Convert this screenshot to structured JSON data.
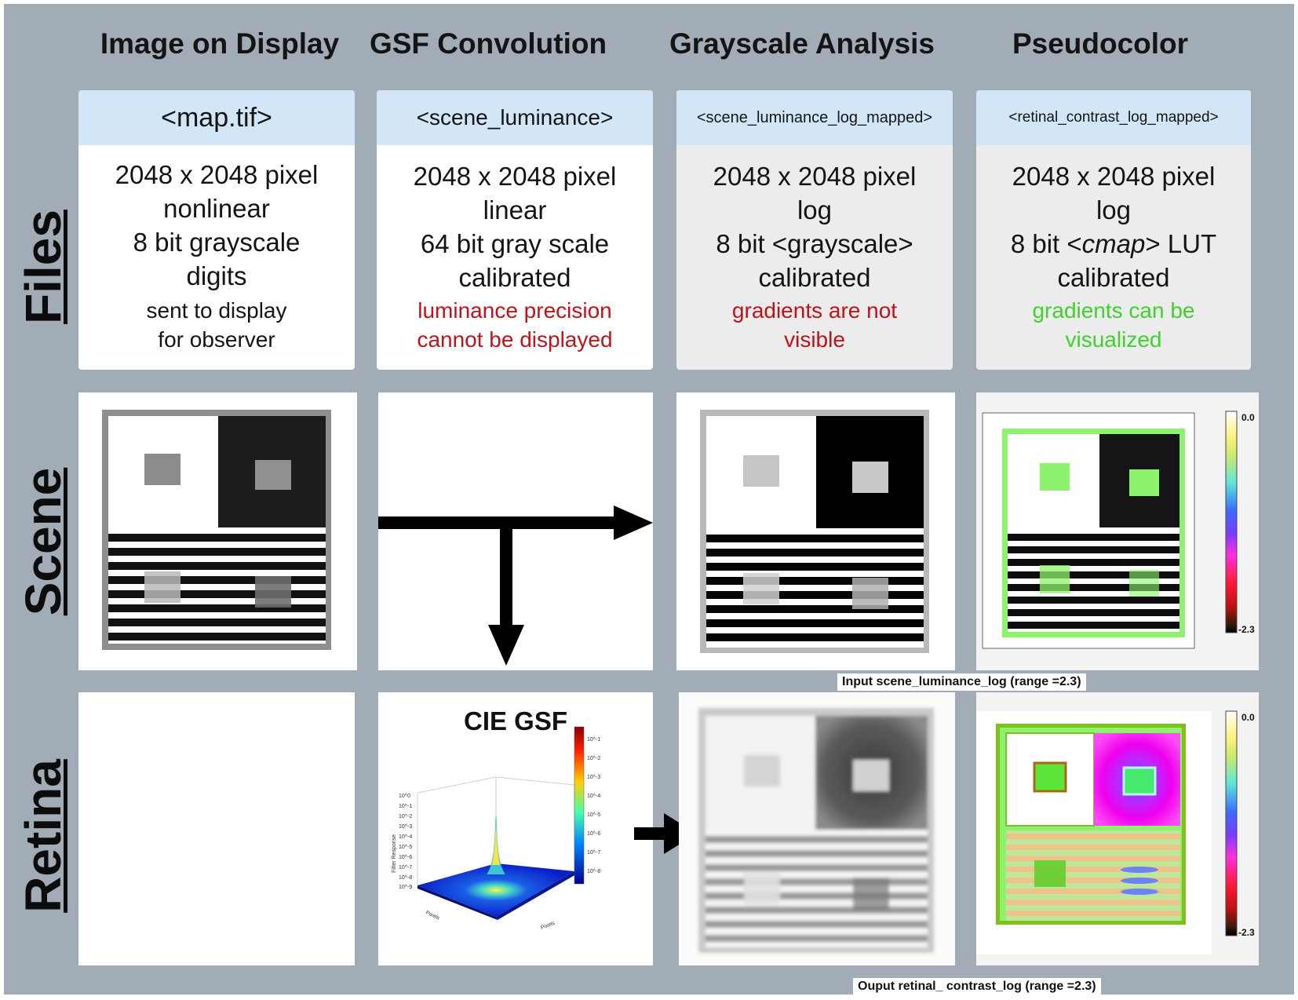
{
  "columns": {
    "display": "Image on Display",
    "gsf": "GSF Convolution",
    "grayscale": "Grayscale Analysis",
    "pseudocolor": "Pseudocolor"
  },
  "rows": {
    "files": "Files",
    "scene": "Scene",
    "retina": "Retina"
  },
  "file_cards": {
    "map": {
      "name": "<map.tif>",
      "lines": [
        "2048 x 2048 pixel",
        "nonlinear",
        "8 bit grayscale",
        "digits"
      ],
      "note_lines": [
        "sent to display",
        "for observer"
      ]
    },
    "scene_luminance": {
      "name": "<scene_luminance>",
      "lines": [
        "2048 x 2048 pixel",
        "linear",
        "64 bit gray scale",
        "calibrated"
      ],
      "note_lines": [
        "luminance precision",
        "cannot be displayed"
      ]
    },
    "scene_luminance_log_mapped": {
      "name": "<scene_luminance_log_mapped>",
      "lines": [
        "2048 x 2048 pixel",
        "log",
        "8 bit <grayscale>",
        "calibrated"
      ],
      "note_lines": [
        "gradients are not",
        "visible"
      ]
    },
    "retinal_contrast_log_mapped": {
      "name": "<retinal_contrast_log_mapped>",
      "lines": [
        "2048 x 2048 pixel",
        "log",
        "8 bit <",
        "cmap",
        "> LUT",
        "calibrated"
      ],
      "note_lines": [
        "gradients can be",
        "visualized"
      ]
    }
  },
  "gsf_panel": {
    "title": "CIE GSF",
    "ylabel": "Filter Response",
    "xlabel1": "Pixels",
    "xlabel2": "Pixels",
    "yticks": [
      "10^0",
      "10^-1",
      "10^-2",
      "10^-3",
      "10^-4",
      "10^-5",
      "10^-6",
      "10^-7",
      "10^-8",
      "10^-9"
    ],
    "cbar_ticks": [
      "10^-1",
      "10^-2",
      "10^-3",
      "10^-4",
      "10^-5",
      "10^-6",
      "10^-7",
      "10^-8"
    ]
  },
  "colorbars": {
    "scene": {
      "max": "0.0",
      "min": "-2.3"
    },
    "retina": {
      "max": "0.0",
      "min": "-2.3"
    }
  },
  "captions": {
    "scene": "Input scene_luminance_log  (range =2.3)",
    "retina": "Ouput retinal_ contrast_log  (range =2.3)"
  },
  "colors": {
    "background": "#a2acb6",
    "file_header": "#d2e6f7",
    "warning_red": "#c1121a",
    "positive_green": "#3fd12e",
    "pseudocolor_green": "#8ef36c",
    "pseudocolor_magenta": "#e300ee"
  }
}
